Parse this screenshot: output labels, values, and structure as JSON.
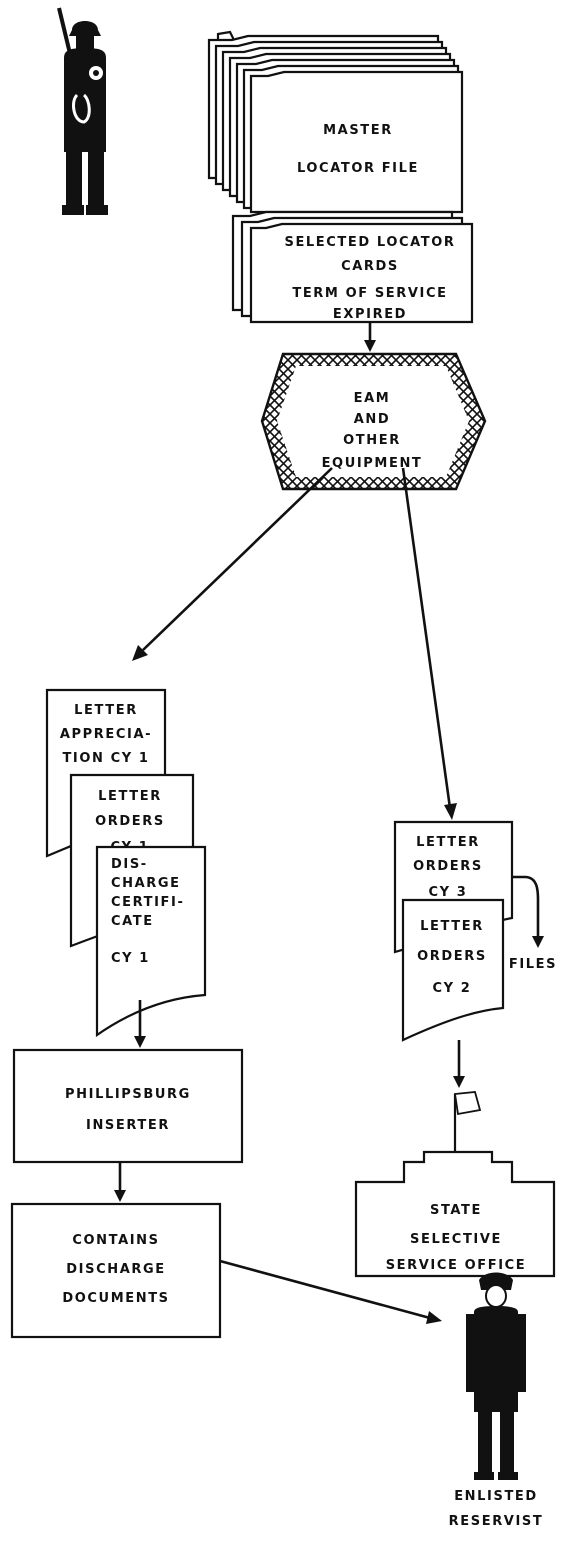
{
  "master_file": {
    "line1": "MASTER",
    "line2": "LOCATOR FILE"
  },
  "selected_cards": {
    "line1": "SELECTED LOCATOR",
    "line2": "CARDS",
    "line3": "TERM OF SERVICE",
    "line4": "EXPIRED"
  },
  "equipment": {
    "line1": "EAM",
    "line2": "AND",
    "line3": "OTHER",
    "line4": "EQUIPMENT"
  },
  "letter_appreciation": {
    "line1": "LETTER",
    "line2": "APPRECIA-",
    "line3": "TION CY 1"
  },
  "letter_orders_cy1": {
    "line1": "LETTER",
    "line2": "ORDERS",
    "line3": "CY 1"
  },
  "discharge_certificate": {
    "line1": "DIS-",
    "line2": "CHARGE",
    "line3": "CERTIFI-",
    "line4": "CATE",
    "line5": "CY 1"
  },
  "letter_orders_cy3": {
    "line1": "LETTER",
    "line2": "ORDERS",
    "line3": "CY 3"
  },
  "letter_orders_cy2": {
    "line1": "LETTER",
    "line2": "ORDERS",
    "line3": "CY 2"
  },
  "files_label": "FILES",
  "inserter": {
    "line1": "PHILLIPSBURG",
    "line2": "INSERTER"
  },
  "envelope": {
    "line1": "CONTAINS",
    "line2": "DISCHARGE",
    "line3": "DOCUMENTS"
  },
  "state_office": {
    "line1": "STATE",
    "line2": "SELECTIVE",
    "line3": "SERVICE OFFICE"
  },
  "reservist": {
    "line1": "ENLISTED",
    "line2": "RESERVIST"
  },
  "colors": {
    "ink": "#111111",
    "paper": "#ffffff"
  }
}
